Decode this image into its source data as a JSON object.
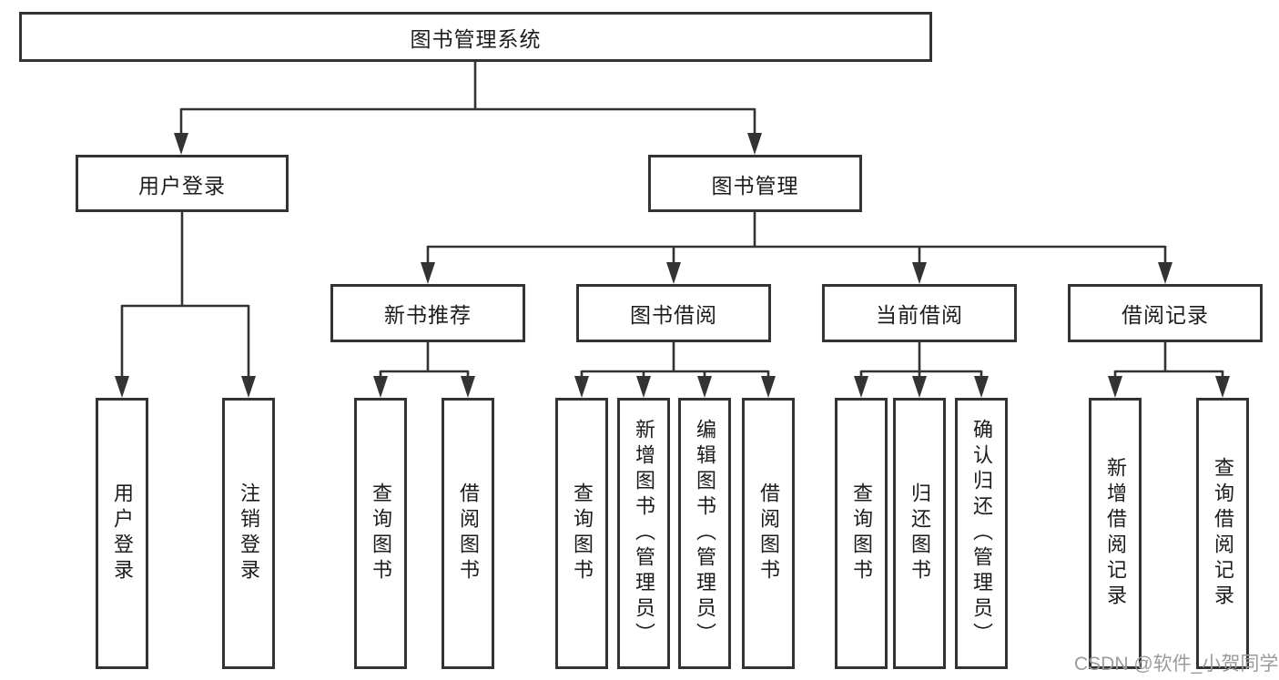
{
  "diagram": {
    "root": "图书管理系统",
    "branches": [
      {
        "label": "用户登录",
        "children": [
          "用户登录",
          "注销登录"
        ]
      },
      {
        "label": "图书管理",
        "sections": [
          {
            "label": "新书推荐",
            "children": [
              "查询图书",
              "借阅图书"
            ]
          },
          {
            "label": "图书借阅",
            "children": [
              "查询图书",
              "新增图书（管理员）",
              "编辑图书（管理员）",
              "借阅图书"
            ]
          },
          {
            "label": "当前借阅",
            "children": [
              "查询图书",
              "归还图书",
              "确认归还（管理员）"
            ]
          },
          {
            "label": "借阅记录",
            "children": [
              "新增借阅记录",
              "查询借阅记录"
            ]
          }
        ]
      }
    ]
  },
  "watermark": "CSDN @软件_小贺同学",
  "colors": {
    "line": "#333333",
    "box_border": "#333333",
    "text": "#1c1c1c",
    "watermark": "#9b9b9b",
    "background": "#ffffff"
  }
}
